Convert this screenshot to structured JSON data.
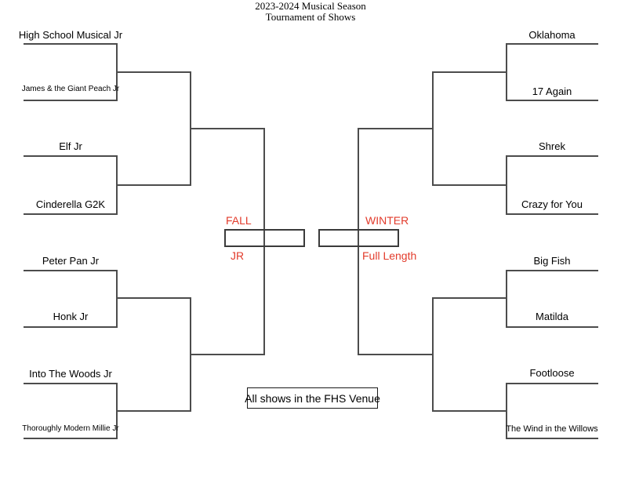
{
  "title": {
    "line1": "2023-2024 Musical Season",
    "line2": "Tournament of Shows"
  },
  "colors": {
    "accent_red": "#e23b2b",
    "bracket_line": "#4c4c4c"
  },
  "left_bracket": {
    "name": "FALL",
    "category": "JR",
    "round1": [
      {
        "top": "High School Musical Jr",
        "bottom": "James & the Giant Peach Jr"
      },
      {
        "top": "Elf Jr",
        "bottom": "Cinderella G2K"
      },
      {
        "top": "Peter Pan Jr",
        "bottom": "Honk Jr"
      },
      {
        "top": "Into The Woods Jr",
        "bottom": "Thoroughly Modern Millie Jr"
      }
    ]
  },
  "right_bracket": {
    "name": "WINTER",
    "category": "Full Length",
    "round1": [
      {
        "top": "Oklahoma",
        "bottom": "17 Again"
      },
      {
        "top": "Shrek",
        "bottom": "Crazy for You"
      },
      {
        "top": "Big Fish",
        "bottom": "Matilda"
      },
      {
        "top": "Footloose",
        "bottom": "The Wind in the Willows"
      }
    ]
  },
  "footer_note": "All shows in the FHS Venue"
}
